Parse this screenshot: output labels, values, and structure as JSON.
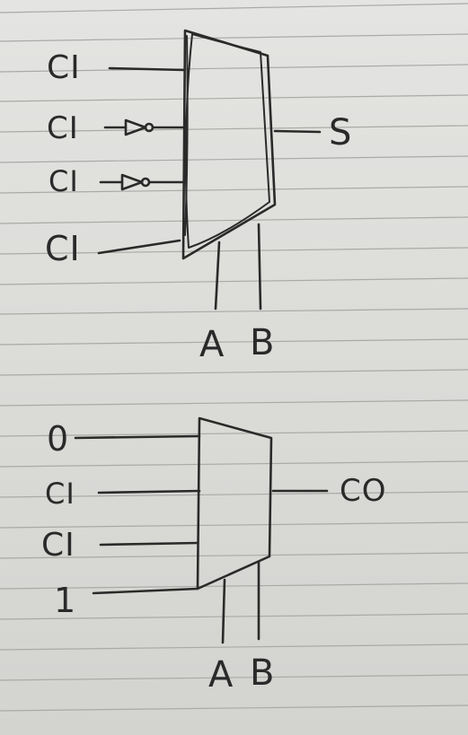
{
  "top_mux": {
    "inputs": [
      "CI",
      "CI",
      "CI",
      "CI"
    ],
    "selects": [
      "A",
      "B"
    ],
    "output": "S"
  },
  "bottom_mux": {
    "inputs": [
      "0",
      "CI",
      "CI",
      "1"
    ],
    "selects": [
      "A",
      "B"
    ],
    "output": "CO"
  }
}
